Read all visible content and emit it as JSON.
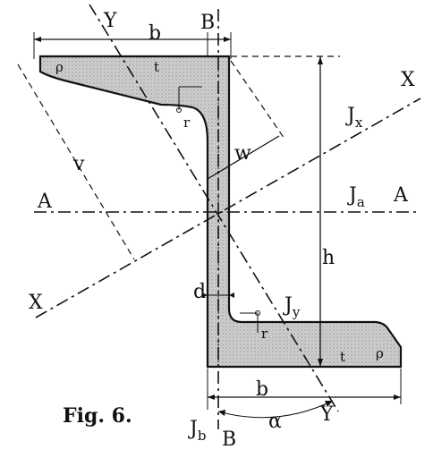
{
  "figure": {
    "caption": "Fig. 6.",
    "labels": {
      "Y_top": "Y",
      "Y_bottom": "Y",
      "B_top": "B",
      "B_bottom": "B",
      "b_top": "b",
      "b_bottom": "b",
      "X_right": "X",
      "X_left": "X",
      "A_left": "A",
      "A_right": "A",
      "Jx": "J",
      "Jx_sub": "x",
      "Ja": "J",
      "Ja_sub": "a",
      "Jy": "J",
      "Jy_sub": "y",
      "Jb": "J",
      "Jb_sub": "b",
      "v": "v",
      "w": "w",
      "h": "h",
      "d": "d",
      "r_top": "r",
      "r_bottom": "r",
      "rho_top": "ρ",
      "rho_bottom": "ρ",
      "t_top": "t",
      "t_bottom": "t",
      "alpha": "α"
    },
    "colors": {
      "ink": "#111111",
      "section_fill": "#c8c8c8"
    }
  }
}
